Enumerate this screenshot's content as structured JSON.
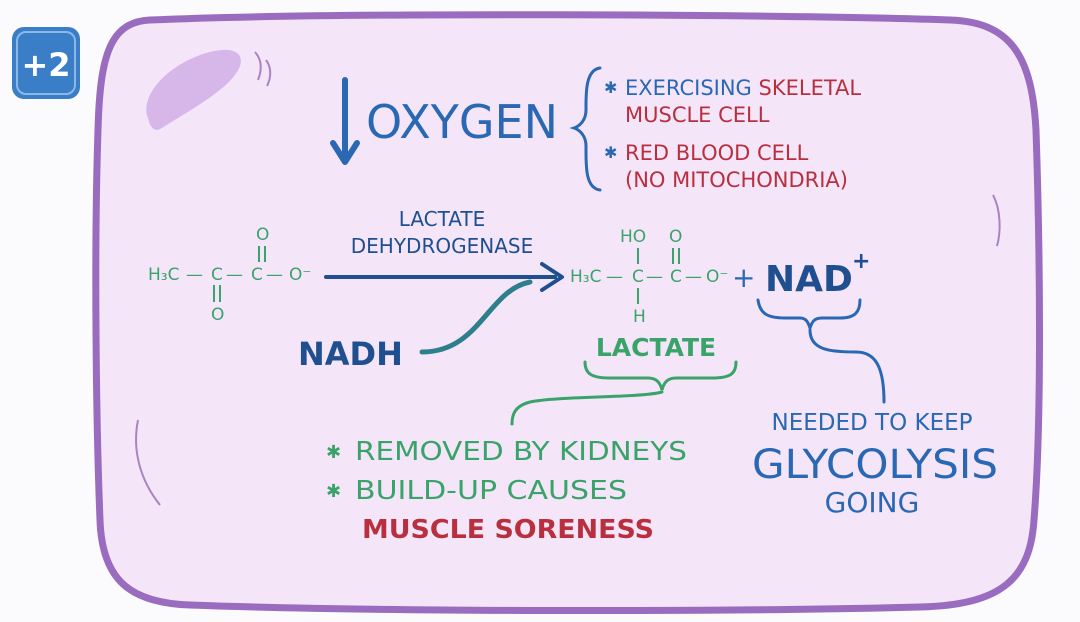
{
  "badge": {
    "label": "+2"
  },
  "heading": {
    "word": "OXYGEN"
  },
  "conditions": [
    {
      "part_a": "EXERCISING ",
      "part_b": "SKELETAL",
      "line2": "MUSCLE CELL"
    },
    {
      "line1": "RED BLOOD CELL",
      "line2": "(NO MITOCHONDRIA)"
    }
  ],
  "enzyme": {
    "line1": "LACTATE",
    "line2": "DEHYDROGENASE"
  },
  "pyruvate": {
    "h3c": "H₃C",
    "dash1": "—",
    "c1": "C",
    "dash2": "—",
    "c2": "C",
    "dash3": "—",
    "o_minus": "O⁻",
    "o_top": "O",
    "o_bottom": "O"
  },
  "lactate_struct": {
    "h3c": "H₃C",
    "dash1": "—",
    "c1": "C",
    "dash2": "—",
    "c2": "C",
    "dash3": "—",
    "o_minus": "O⁻",
    "ho": "HO",
    "o_top": "O",
    "h_bottom": "H"
  },
  "plus": "+",
  "nad": {
    "label": "NAD",
    "charge": "+"
  },
  "nadh": {
    "label": "NADH"
  },
  "lactate_label": "LACTATE",
  "lactate_notes": {
    "bullet1": "REMOVED BY KIDNEYS",
    "bullet2": "BUILD-UP CAUSES",
    "bullet2_line2": "MUSCLE SORENESS"
  },
  "nad_note": {
    "line1": "NEEDED TO KEEP",
    "line2": "GLYCOLYSIS",
    "line3": "GOING"
  },
  "bullet_symbol": "✱",
  "colors": {
    "cell_fill": "#f4e6f8",
    "cell_border": "#9a6cc0",
    "badge_fill": "#3a7ec8",
    "blue": "#2a68b3",
    "navy": "#1f4f8f",
    "red": "#b8303f",
    "green": "#3aa36a"
  }
}
